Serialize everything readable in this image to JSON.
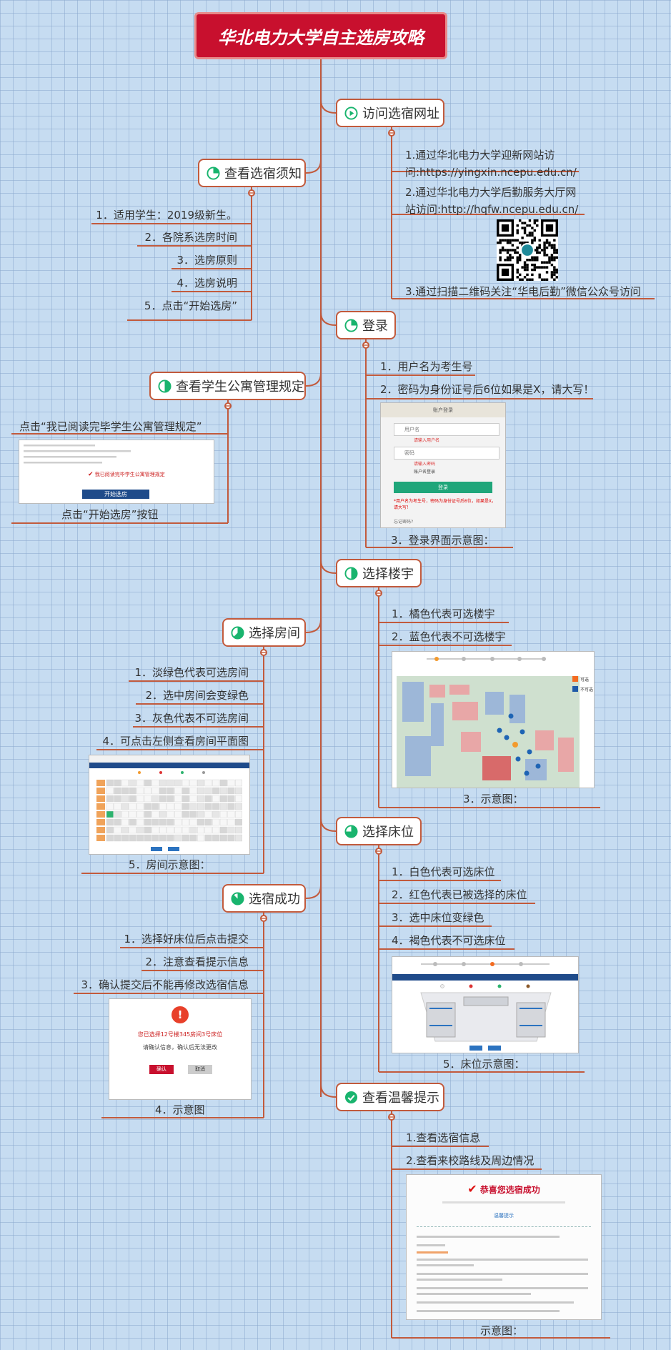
{
  "title": "华北电力大学自主选房攻略",
  "right": [
    {
      "node": "访问选宿网址",
      "items": [
        "1.通过华北电力大学迎新网站访问:https://yingxin.ncepu.edu.cn/",
        "2.通过华北电力大学后勤服务大厅网站访问:http://hqfw.ncepu.edu.cn/",
        "3.通过扫描二维码关注“华电后勤”微信公众号访问"
      ]
    },
    {
      "node": "登录",
      "items": [
        "1．用户名为考生号",
        "2．密码为身份证号后6位如果是X，请大写！",
        "3．登录界面示意图："
      ],
      "login_mock": {
        "header": "账户登录",
        "user_placeholder": "用户名",
        "user_error": "请输入用户名",
        "pass_placeholder": "密码",
        "pass_error": "请输入密码",
        "remember": "账户名登录",
        "button": "登录",
        "note": "*用户名为考生号，密码为身份证号后6位，如果是X，请大写！",
        "forgot": "忘记密码?"
      }
    },
    {
      "node": "选择楼宇",
      "items": [
        "1．橘色代表可选楼宇",
        "2．蓝色代表不可选楼宇",
        "3．示意图："
      ],
      "map_mock": {
        "legend_available": "可选",
        "legend_unavailable": "不可选"
      }
    },
    {
      "node": "选择床位",
      "items": [
        "1．白色代表可选床位",
        "2．红色代表已被选择的床位",
        "3．选中床位变绿色",
        "4．褐色代表不可选床位",
        "5．床位示意图："
      ]
    },
    {
      "node": "查看温馨提示",
      "items": [
        "1.查看选宿信息",
        "2.查看来校路线及周边情况",
        "示意图："
      ],
      "tip_mock": {
        "heading": "恭喜您选宿成功",
        "sub": "温馨提示"
      }
    }
  ],
  "left": [
    {
      "node": "查看选宿须知",
      "items": [
        "1．适用学生：2019级新生。",
        "2．各院系选房时间",
        "3．选房原则",
        "4．选房说明",
        "5．点击“开始选房”"
      ]
    },
    {
      "node": "查看学生公寓管理规定",
      "items": [
        "点击“我已阅读完毕学生公寓管理规定”",
        "点击“开始选房”按钮"
      ],
      "rule_mock": {
        "checkbox": "我已阅读完毕学生公寓管理规定",
        "button": "开始选房"
      }
    },
    {
      "node": "选择房间",
      "items": [
        "1．淡绿色代表可选房间",
        "2．选中房间会变绿色",
        "3．灰色代表不可选房间",
        "4．可点击左侧查看房间平面图",
        "5．房间示意图："
      ]
    },
    {
      "node": "选宿成功",
      "items": [
        "1．选择好床位后点击提交",
        "2．注意查看提示信息",
        "3．确认提交后不能再修改选宿信息",
        "4．示意图"
      ],
      "confirm_mock": {
        "message": "您已选择12号楼345房间3号床位",
        "sub": "请确认信息，确认后无法更改",
        "ok": "确认",
        "cancel": "取消"
      }
    }
  ],
  "colors": {
    "title_bg": "#c8102e",
    "connector": "#c25a3c",
    "icon_green": "#19b46e",
    "background": "#c6dcf1"
  }
}
